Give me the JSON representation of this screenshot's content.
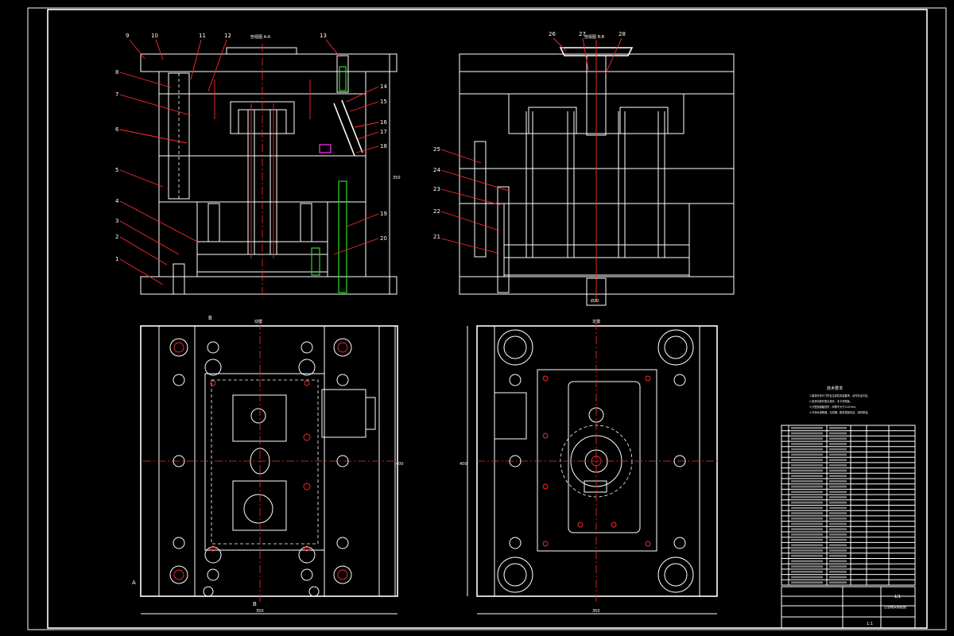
{
  "views": {
    "section_a_title": "剖视图 A-A",
    "section_b_title": "剖视图 B-B",
    "moving_half_title": "动模",
    "fixed_half_title": "定模"
  },
  "section_marks": {
    "a": "A",
    "b": "B"
  },
  "balloons_left": [
    "1",
    "2",
    "3",
    "4",
    "5",
    "6",
    "7",
    "8",
    "9",
    "10",
    "11",
    "12",
    "13",
    "14",
    "15",
    "16",
    "17",
    "18",
    "19",
    "20"
  ],
  "balloons_right": [
    "21",
    "22",
    "23",
    "24",
    "25",
    "26",
    "27",
    "28"
  ],
  "dimensions": {
    "left_height": "350",
    "width_left_plan": "350",
    "width_right_plan": "350",
    "height_left_plan": "400",
    "height_right_plan": "400",
    "sprue": "Ø20"
  },
  "tech_requirements": {
    "heading": "技术要求",
    "items": [
      "1.模具外形尺寸符合注射机安装要求，动作灵活可靠。",
      "2.各滑动零件配合良好，无卡滞现象。",
      "3.分型面接触良好，间隙不大于0.02mm。",
      "4.冷却水道畅通，无泄漏，模具表面清洁，涂防锈油。"
    ]
  },
  "title_block": {
    "drawing_title": "注塑模具装配图",
    "sheet": "1/1",
    "scale": "1:1",
    "rows": 30
  },
  "colors": {
    "background": "#000000",
    "line": "#ffffff",
    "centerline": "#ff2b2b",
    "water_line": "#22dd22",
    "highlight": "#ff33ff"
  }
}
